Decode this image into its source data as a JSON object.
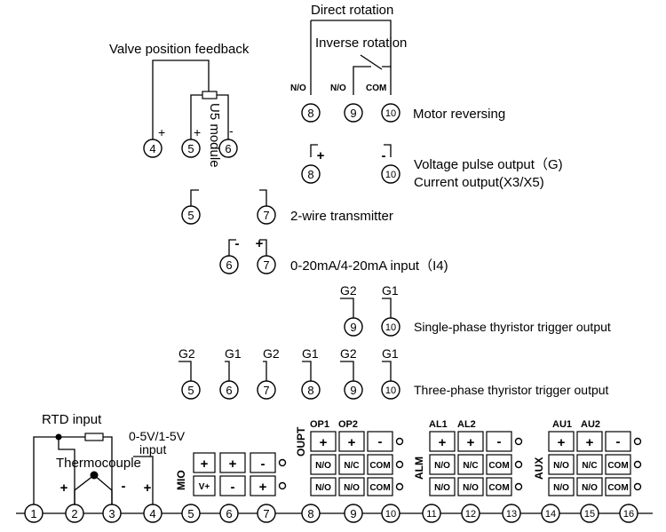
{
  "labels": {
    "direct_rotation": "Direct rotation",
    "inverse_rotation": "Inverse rotation",
    "valve_feedback": "Valve position feedback",
    "u5_module": "U5 module",
    "motor_reversing": "Motor reversing",
    "voltage_pulse": "Voltage pulse output（G)",
    "current_output": "Current output(X3/X5)",
    "two_wire": "2-wire transmitter",
    "ma_input": "0-20mA/4-20mA input（I4)",
    "single_phase": "Single-phase thyristor trigger output",
    "three_phase": "Three-phase thyristor trigger output",
    "rtd_input": "RTD input",
    "thermocouple": "Thermocouple",
    "volt_input_1": "0-5V/1-5V",
    "volt_input_2": "input",
    "no": "N/O",
    "com": "COM",
    "g1": "G1",
    "g2": "G2",
    "plus": "+",
    "minus": "-"
  },
  "groups": {
    "mio": {
      "name": "MIO",
      "row1": [
        "+",
        "+",
        "-"
      ],
      "row2": [
        "V+",
        "-",
        "+"
      ]
    },
    "oupt": {
      "name": "OUPT",
      "heads": [
        "OP1",
        "OP2"
      ],
      "row1": [
        "+",
        "+",
        "-"
      ],
      "row2": [
        "N/O",
        "N/C",
        "COM"
      ],
      "row3": [
        "N/O",
        "N/O",
        "COM"
      ]
    },
    "alm": {
      "name": "ALM",
      "heads": [
        "AL1",
        "AL2"
      ],
      "row1": [
        "+",
        "+",
        "-"
      ],
      "row2": [
        "N/O",
        "N/C",
        "COM"
      ],
      "row3": [
        "N/O",
        "N/O",
        "COM"
      ]
    },
    "aux": {
      "name": "AUX",
      "heads": [
        "AU1",
        "AU2"
      ],
      "row1": [
        "+",
        "+",
        "-"
      ],
      "row2": [
        "N/O",
        "N/C",
        "COM"
      ],
      "row3": [
        "N/O",
        "N/O",
        "COM"
      ]
    }
  },
  "terminals": [
    "1",
    "2",
    "3",
    "4",
    "5",
    "6",
    "7",
    "8",
    "9",
    "10",
    "11",
    "12",
    "13",
    "14",
    "15",
    "16"
  ]
}
